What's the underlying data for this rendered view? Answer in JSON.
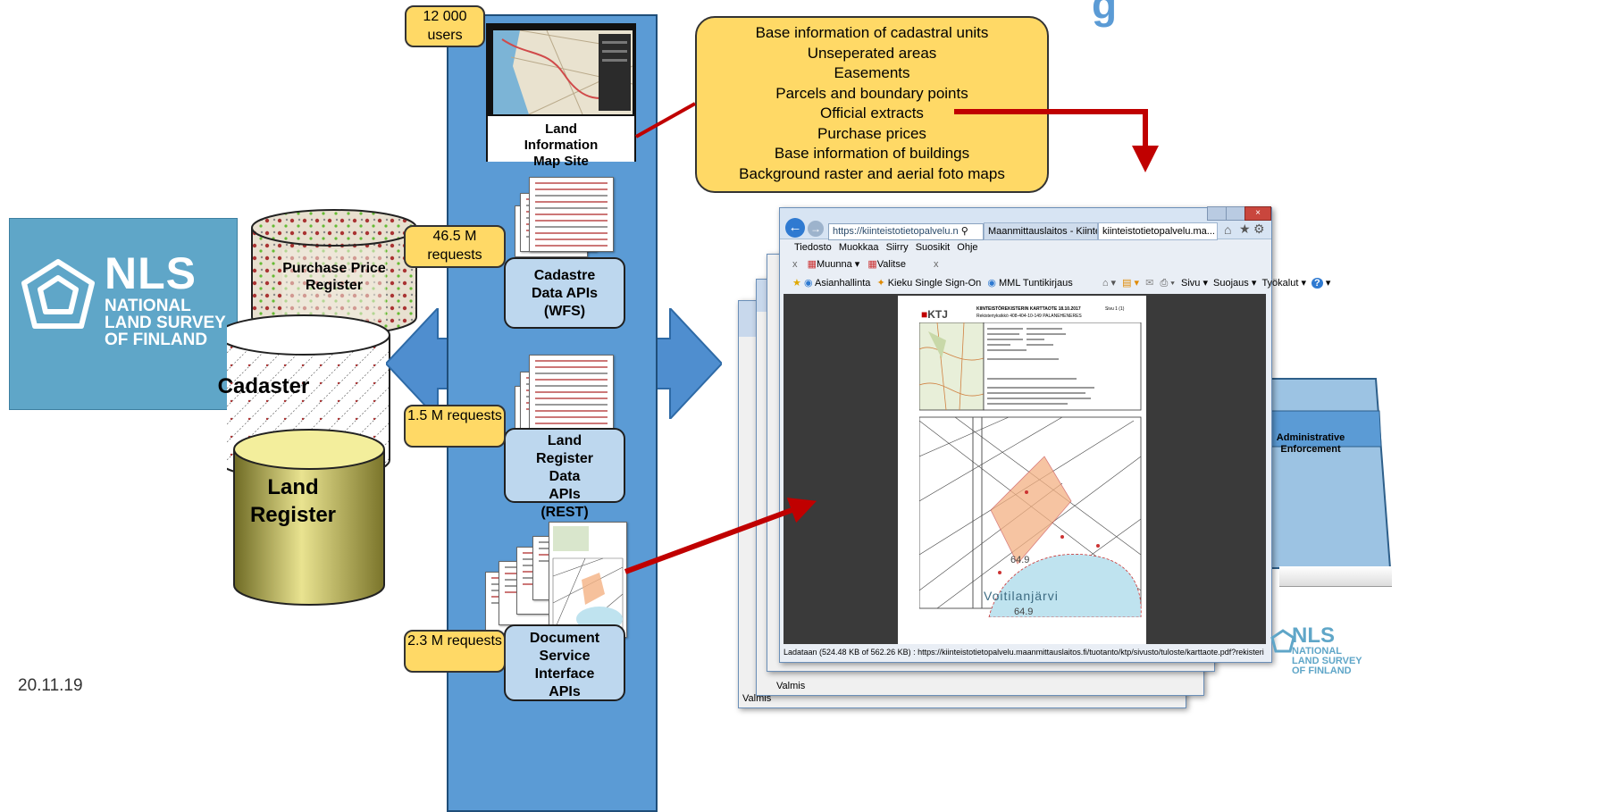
{
  "date": "20.11.19",
  "title_fragment": "g",
  "nls_logo": {
    "line1": "NLS",
    "line2": "NATIONAL",
    "line3": "LAND SURVEY",
    "line4": "OF FINLAND"
  },
  "databases": {
    "purchase": "Purchase Price Register",
    "cadaster": "Cadaster",
    "land_register": "Land Register"
  },
  "stats": {
    "users": "12 000 users",
    "cadastre_requests": "46.5 M requests",
    "land_register_requests": "1.5 M requests",
    "document_requests": "2.3 M requests"
  },
  "services": {
    "map_site": "Land  Information Map Site",
    "cadastre_api": "Cadastre Data APIs (WFS)",
    "land_register_api": "Land Register Data APIs (REST)",
    "document_api": "Document Service Interface APIs"
  },
  "content_list": [
    "Base information of cadastral units",
    "Unseperated areas",
    "Easements",
    "Parcels and boundary points",
    "Official extracts",
    "Purchase prices",
    "Base information of buildings",
    "Background raster and aerial foto maps"
  ],
  "back_panel": {
    "label": "Administrative Enforcement"
  },
  "browser": {
    "url": "https://kiinteistotietopalvelu.n",
    "tab1": "Maanmittauslaitos - Kiinteis...",
    "tab2": "kiinteistotietopalvelu.ma...",
    "menu": [
      "Tiedosto",
      "Muokkaa",
      "Siirry",
      "Suosikit",
      "Ohje"
    ],
    "toolbar": {
      "muunna": "Muunna",
      "valitse": "Valitse"
    },
    "favorites": [
      "Asianhallinta",
      "Kieku Single Sign-On",
      "MML Tuntikirjaus"
    ],
    "commands": [
      "Sivu",
      "Suojaus",
      "Työkalut"
    ],
    "status": "Ladataan (524.48 KB of 562.26 KB) : https://kiinteistotietopalvelu.maanmittauslaitos.fi/tuotanto/ktp/sivusto/tuloste/karttaote.pdf?rekisteri",
    "back_status_1": "Valmis",
    "back_status_2": "Valmis"
  },
  "extract_doc": {
    "brand": "KTJ",
    "heading": "KIINTEISTÖREKISTERIN KARTTAOTE 18.10.2017",
    "sub": "Rekisteriyksikkö 408-404-10-149 PALANEHENERES",
    "page": "Sivu 1 (1)",
    "lake": "Voitilanjärvi",
    "elevation": "64.9",
    "elevation2": "64.9"
  },
  "colors": {
    "blue_bar": "#5b9bd5",
    "arrow_blue": "#4f8ecf",
    "callout_yellow": "#ffd966",
    "box_blue": "#bdd7ee",
    "red_arrow": "#c00000",
    "logo_bg": "#5fa6c8"
  }
}
